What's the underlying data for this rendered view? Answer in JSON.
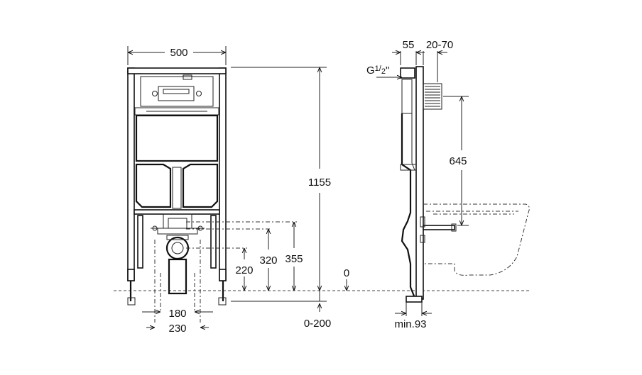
{
  "front_view": {
    "width_label": "500",
    "height_label": "1155",
    "drain_spacing_inner": "180",
    "drain_spacing_outer": "230",
    "height_220": "220",
    "height_320": "320",
    "height_355": "355",
    "zero_label": "0",
    "floor_adjust": "0-200"
  },
  "side_view": {
    "depth_55": "55",
    "depth_range": "20-70",
    "thread_label_main": "G",
    "thread_label_sup": "1",
    "thread_label_sub": "2",
    "thread_label_quote": "\"",
    "height_645": "645",
    "min_depth": "min.93"
  }
}
